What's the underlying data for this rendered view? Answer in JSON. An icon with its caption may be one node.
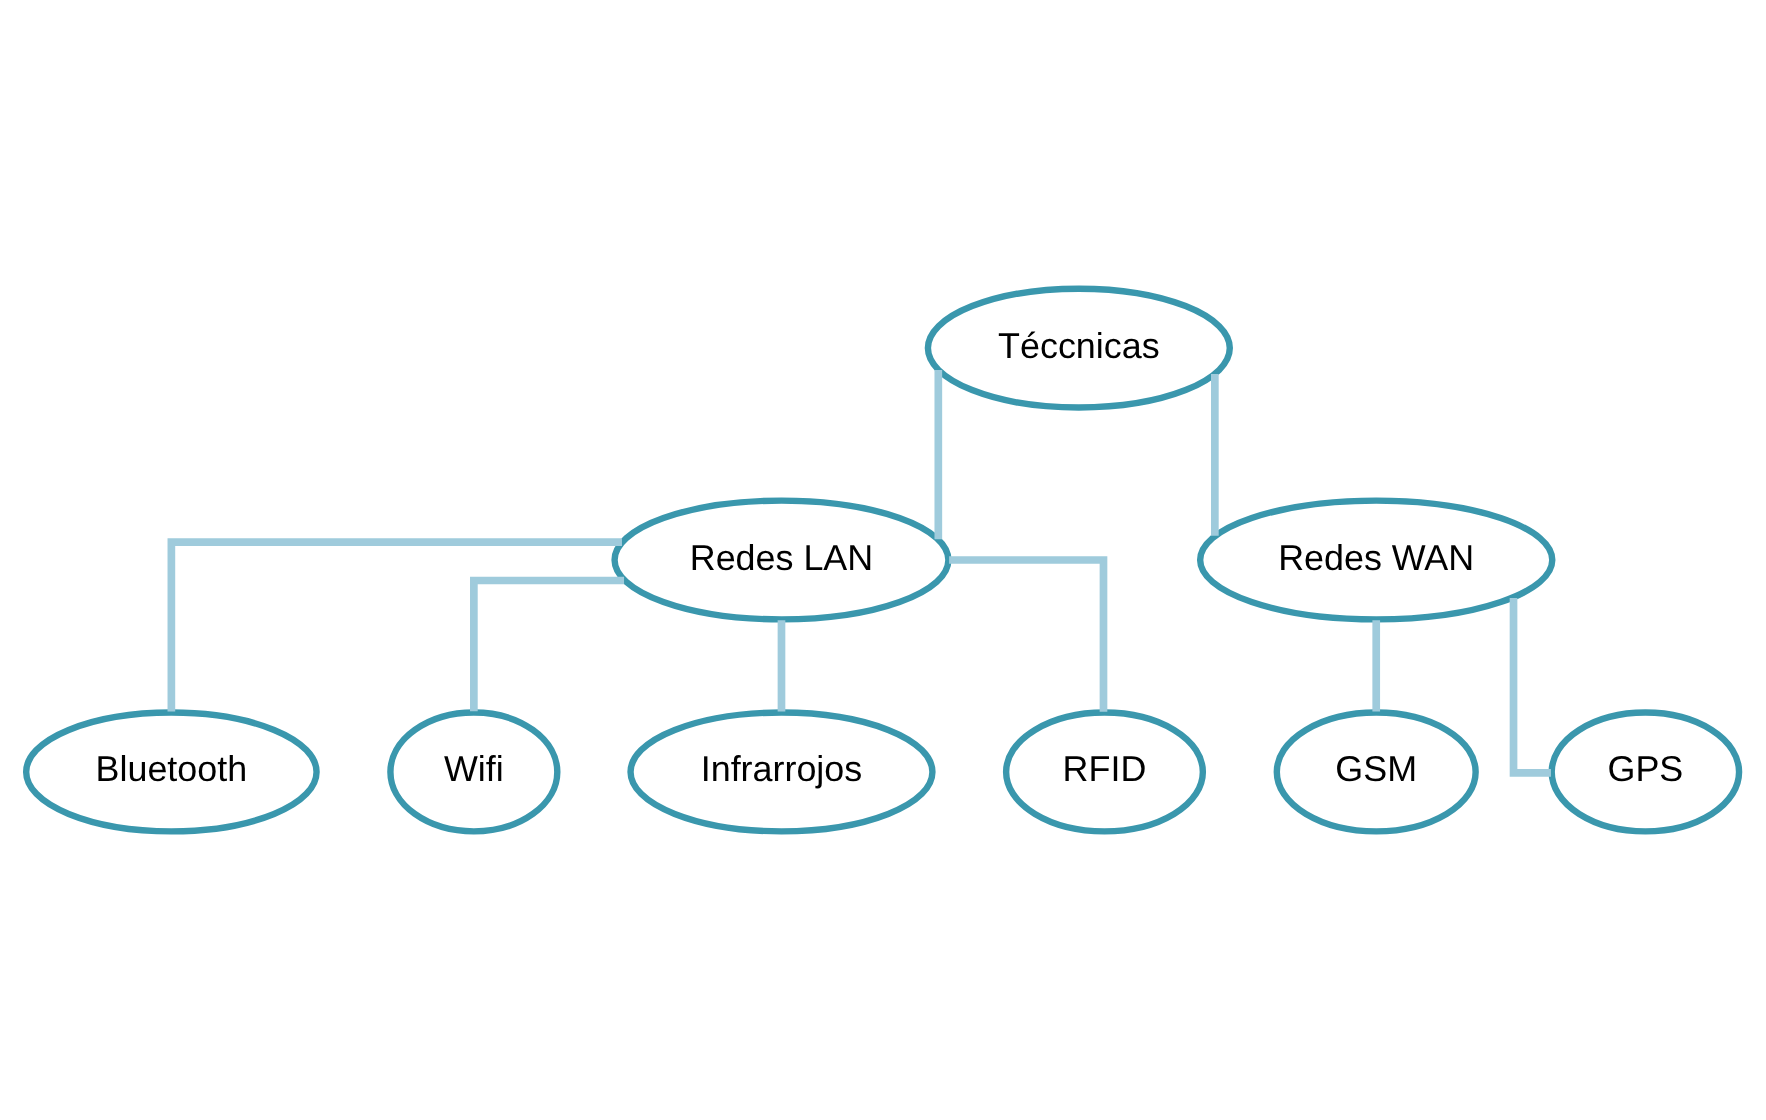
{
  "diagram": {
    "nodes": [
      {
        "text": [
          "Téccnicas"
        ]
      },
      {
        "text": [
          "Redes LAN"
        ]
      },
      {
        "text": [
          "Redes WAN"
        ]
      },
      {
        "text": [
          "Bluetooth"
        ]
      },
      {
        "text": [
          "Wifi"
        ]
      },
      {
        "text": [
          "Infrarrojos"
        ]
      },
      {
        "text": [
          "RFID"
        ]
      },
      {
        "text": [
          "GSM"
        ]
      },
      {
        "text": [
          "GPS"
        ]
      }
    ],
    "edges": [
      {
        "from": 0,
        "to": 1,
        "arrow": "none"
      },
      {
        "from": 0,
        "to": 2,
        "arrow": "none"
      },
      {
        "from": 1,
        "to": 3,
        "arrow": "none"
      },
      {
        "from": 1,
        "to": 4,
        "arrow": "none"
      },
      {
        "from": 1,
        "to": 5,
        "arrow": "none"
      },
      {
        "from": 1,
        "to": 6,
        "arrow": "none"
      },
      {
        "from": 2,
        "to": 7,
        "arrow": "none"
      },
      {
        "from": 2,
        "to": 8,
        "arrow": "none"
      }
    ]
  }
}
